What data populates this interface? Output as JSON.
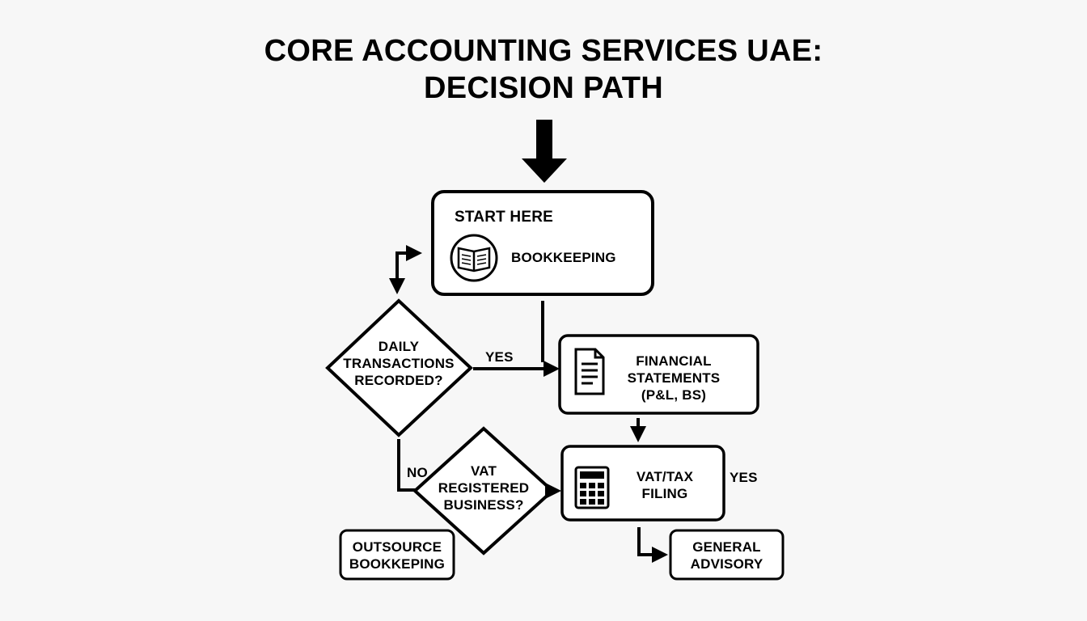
{
  "title": {
    "line1": "CORE ACCOUNTING SERVICES UAE:",
    "line2": "DECISION PATH"
  },
  "nodes": {
    "start": {
      "heading": "START HERE",
      "label": "BOOKKEEPING",
      "icon": "book-icon"
    },
    "daily_decision": {
      "line1": "DAILY",
      "line2": "TRANSACTIONS",
      "line3": "RECORDED?"
    },
    "financial_statements": {
      "line1": "FINANCIAL",
      "line2": "STATEMENTS",
      "line3": "(P&L, BS)",
      "icon": "document-icon"
    },
    "vat_decision": {
      "line1": "VAT",
      "line2": "REGISTERED",
      "line3": "BUSINESS?"
    },
    "vat_filing": {
      "line1": "VAT/TAX",
      "line2": "FILING",
      "icon": "calculator-icon"
    },
    "outsource": {
      "line1": "OUTSOURCE",
      "line2": "BOOKKEPING"
    },
    "advisory": {
      "line1": "GENERAL",
      "line2": "ADVISORY"
    }
  },
  "edge_labels": {
    "yes_daily": "YES",
    "no_daily": "NO",
    "yes_vat": "YES"
  },
  "colors": {
    "stroke": "#000000",
    "background": "#f7f7f7",
    "box_fill": "#ffffff"
  }
}
